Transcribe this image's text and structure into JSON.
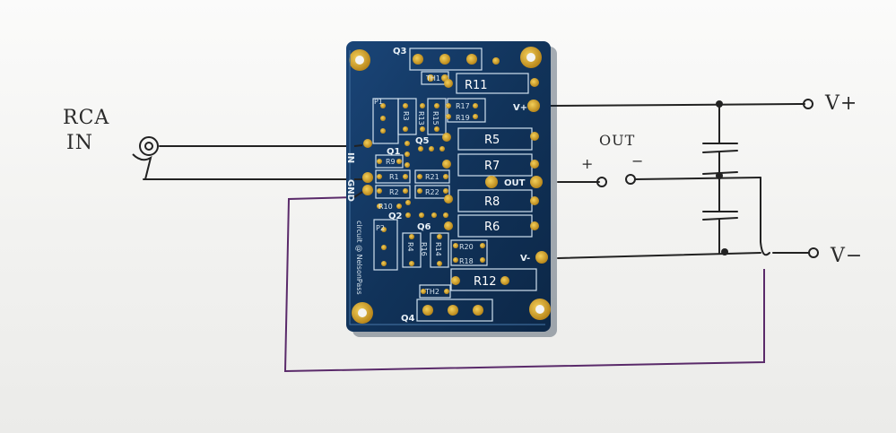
{
  "sketch": {
    "rca_label": "RCA",
    "in_label": "IN",
    "out_label": "OUT",
    "plus_label": "+",
    "minus_label": "−",
    "vplus_label": "V+",
    "vminus_label": "V−"
  },
  "pcb": {
    "pad_in": "IN",
    "pad_gnd": "GND",
    "pad_vplus": "V+",
    "pad_out": "OUT",
    "pad_vminus": "V-",
    "credit": "circuit @ NelsonPass",
    "transistors": [
      "Q1",
      "Q2",
      "Q3",
      "Q4",
      "Q5",
      "Q6"
    ],
    "pots": [
      "P1",
      "P2"
    ],
    "thermistors": [
      "TH1",
      "TH2"
    ],
    "large_resistors": [
      "R5",
      "R7",
      "R8",
      "R6",
      "R11",
      "R12"
    ],
    "small_resistors": [
      "R1",
      "R2",
      "R9",
      "R10",
      "R17",
      "R19",
      "R21",
      "R22",
      "R20",
      "R18"
    ],
    "vertical_resistors": [
      "R3",
      "R13",
      "R15",
      "R4",
      "R16",
      "R14"
    ]
  },
  "colors": {
    "board": "#12365f",
    "pad": "#d4a020",
    "ink": "#222222",
    "purple_wire": "#5a2a6a"
  }
}
